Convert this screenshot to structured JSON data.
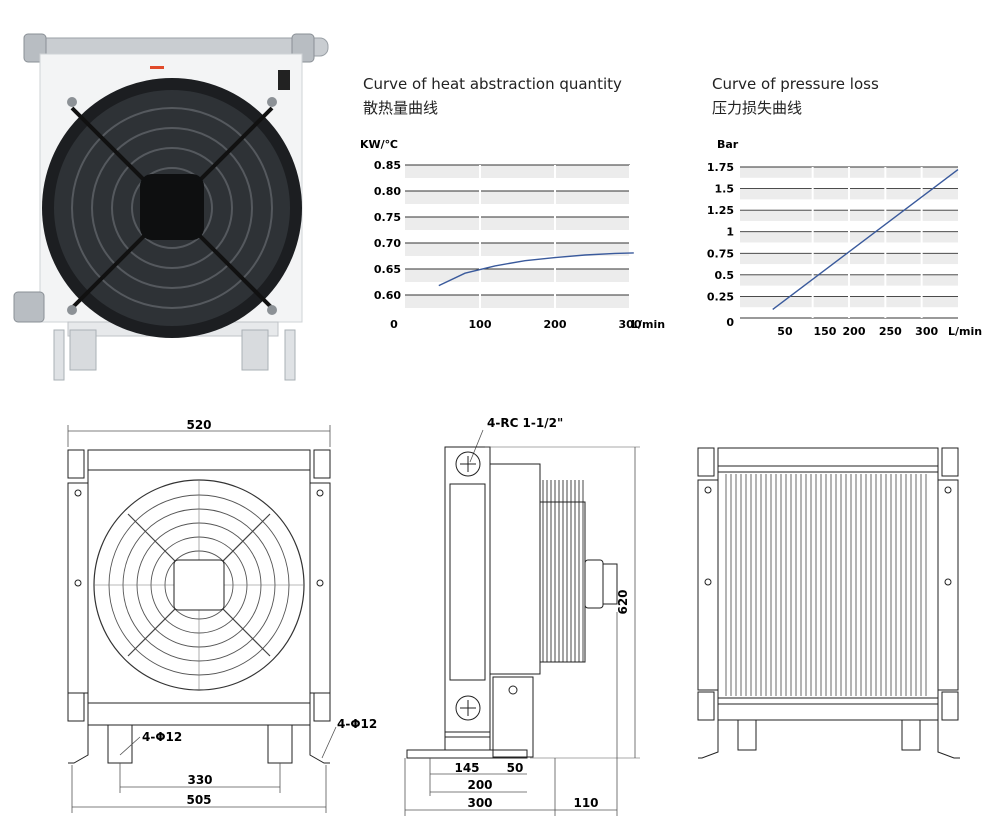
{
  "heat_chart": {
    "title": "Curve of heat abstraction quantity",
    "subtitle": "散热量曲线",
    "ylabel": "KW/℃",
    "xlabel": "L/min",
    "x_origin_label": "0",
    "y_ticks": [
      "0.85",
      "0.80",
      "0.75",
      "0.70",
      "0.65",
      "0.60"
    ],
    "x_ticks": [
      "100",
      "200",
      "300"
    ]
  },
  "pressure_chart": {
    "title": "Curve of pressure loss",
    "subtitle": "压力损失曲线",
    "ylabel": "Bar",
    "xlabel": "L/min",
    "y_ticks": [
      "1.75",
      "1.5",
      "1.25",
      "1",
      "0.75",
      "0.5",
      "0.25",
      "0"
    ],
    "x_ticks": [
      "50",
      "150",
      "200",
      "250",
      "300"
    ]
  },
  "chart_data": [
    {
      "type": "line",
      "title": "Curve of heat abstraction quantity",
      "ylabel": "KW/℃",
      "xlabel": "L/min",
      "xlim": [
        0,
        300
      ],
      "ylim": [
        0.575,
        0.85
      ],
      "x": [
        45,
        80,
        120,
        160,
        200,
        240,
        280,
        305
      ],
      "y": [
        0.618,
        0.642,
        0.656,
        0.666,
        0.672,
        0.677,
        0.68,
        0.681
      ]
    },
    {
      "type": "line",
      "title": "Curve of pressure loss",
      "ylabel": "Bar",
      "xlabel": "L/min",
      "xlim": [
        0,
        300
      ],
      "ylim": [
        0,
        1.75
      ],
      "x": [
        45,
        300
      ],
      "y": [
        0.1,
        1.72
      ]
    }
  ],
  "dimensions": {
    "front_width": "520",
    "front_holes_bottom": "4-Φ12",
    "front_holes_side": "4-Φ12",
    "front_foot_span": "330",
    "front_base": "505",
    "side_port": "4-RC 1-1/2\"",
    "side_height": "620",
    "side_145": "145",
    "side_50": "50",
    "side_200": "200",
    "side_300": "300",
    "side_110": "110"
  }
}
